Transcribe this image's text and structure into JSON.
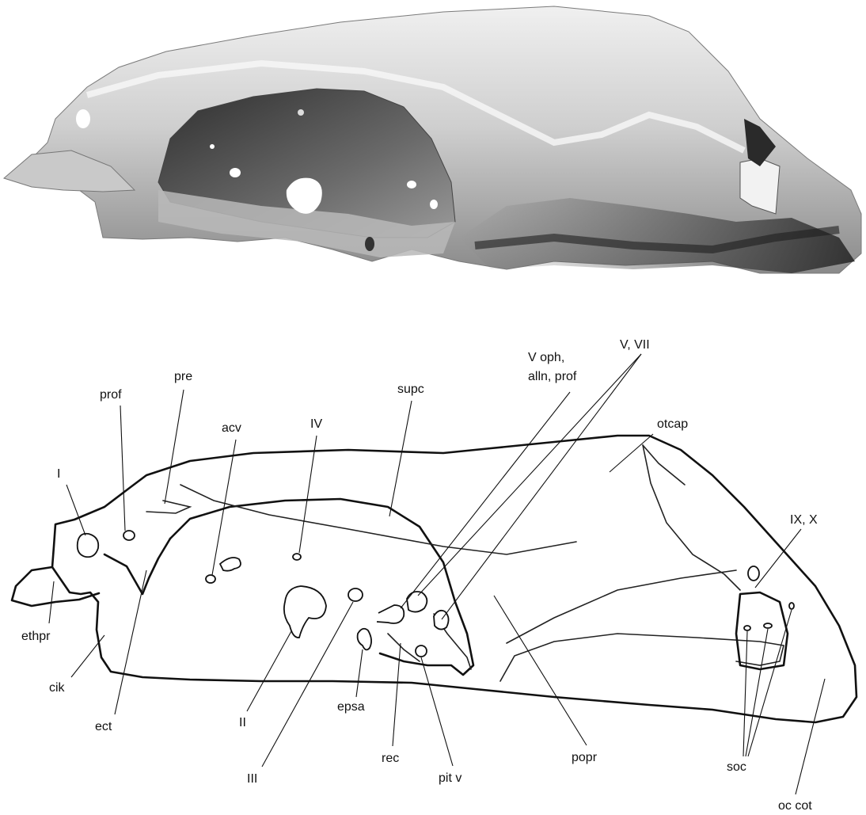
{
  "labels": {
    "I": "I",
    "prof": "prof",
    "pre": "pre",
    "acv": "acv",
    "IV": "IV",
    "supc": "supc",
    "v_oph_1": "V oph,",
    "v_oph_2": "alln, prof",
    "v_vii": "V, VII",
    "otcap": "otcap",
    "ix_x": "IX, X",
    "ethpr": "ethpr",
    "cik": "cik",
    "ect": "ect",
    "II": "II",
    "III": "III",
    "epsa": "epsa",
    "rec": "rec",
    "pit_v": "pit v",
    "popr": "popr",
    "soc": "soc",
    "oc_cot": "oc cot"
  },
  "colors": {
    "line": "#111111",
    "render_light": "#e6e6e6",
    "render_mid": "#b3b3b3",
    "render_dark": "#3a3a3a",
    "background": "#ffffff"
  }
}
